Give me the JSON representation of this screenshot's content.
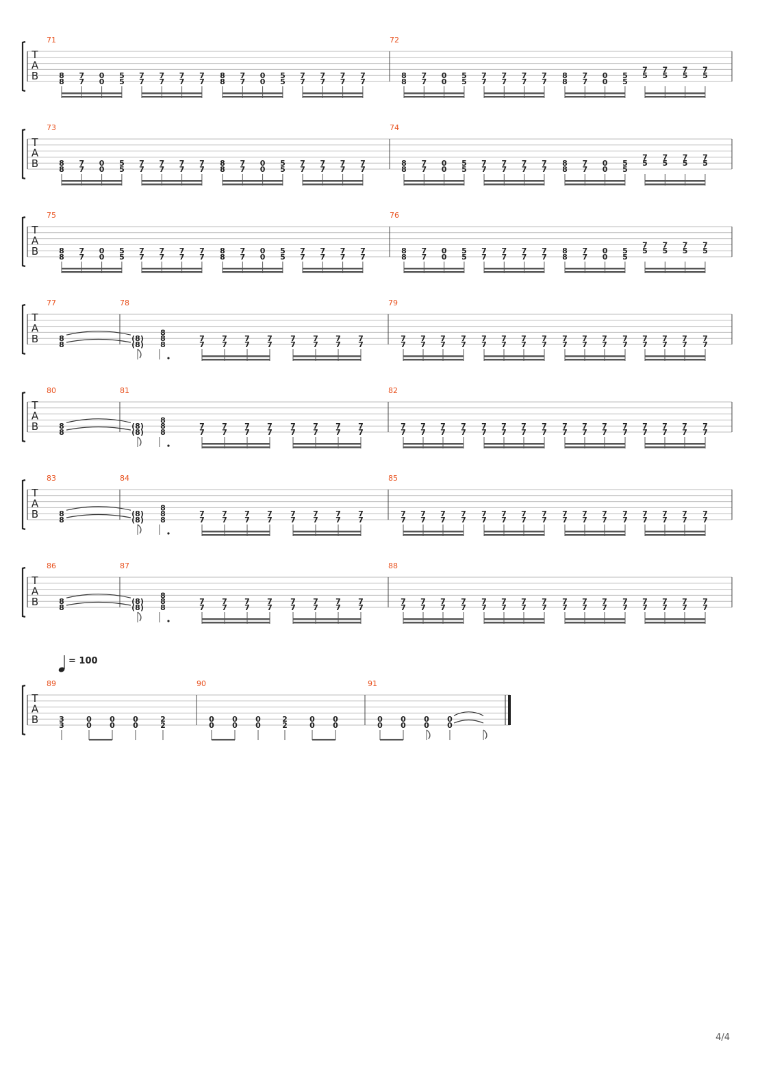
{
  "page": {
    "page_number": "4/4",
    "tempo_value": "= 100",
    "tab_clef": [
      "T",
      "A",
      "B"
    ]
  },
  "colors": {
    "measure_number": "#e8501d",
    "staff_line": "#bbbbbb",
    "notation": "#222222",
    "beam": "#555555"
  },
  "pattern_notes": {
    "A_first_half": [
      [
        8,
        8
      ],
      [
        7,
        7
      ],
      [
        0,
        0
      ],
      [
        5,
        5
      ],
      [
        7,
        7
      ],
      [
        7,
        7
      ],
      [
        7,
        7
      ],
      [
        7,
        7
      ],
      [
        8,
        8
      ],
      [
        7,
        7
      ],
      [
        0,
        0
      ],
      [
        5,
        5
      ],
      [
        7,
        7
      ],
      [
        7,
        7
      ],
      [
        7,
        7
      ],
      [
        7,
        7
      ]
    ],
    "A_second_half": [
      [
        8,
        8
      ],
      [
        7,
        7
      ],
      [
        0,
        0
      ],
      [
        5,
        5
      ],
      [
        7,
        7
      ],
      [
        7,
        7
      ],
      [
        7,
        7
      ],
      [
        7,
        7
      ],
      [
        8,
        8
      ],
      [
        7,
        7
      ],
      [
        0,
        0
      ],
      [
        5,
        5
      ],
      [
        7,
        5
      ],
      [
        7,
        5
      ],
      [
        7,
        5
      ],
      [
        7,
        5
      ]
    ],
    "B_tied_chord": [
      8,
      8
    ],
    "B_tie_target": [
      "(8)",
      "(8)"
    ],
    "B_dotted_chord": [
      8,
      8,
      8
    ],
    "B_sixteenths": 7
  },
  "systems": [
    {
      "type": "A",
      "measures": [
        "71",
        "72"
      ]
    },
    {
      "type": "A",
      "measures": [
        "73",
        "74"
      ]
    },
    {
      "type": "A",
      "measures": [
        "75",
        "76"
      ]
    },
    {
      "type": "B",
      "measures": [
        "77",
        "78",
        "79"
      ]
    },
    {
      "type": "B",
      "measures": [
        "80",
        "81",
        "82"
      ]
    },
    {
      "type": "B",
      "measures": [
        "83",
        "84",
        "85"
      ]
    },
    {
      "type": "B",
      "measures": [
        "86",
        "87",
        "88"
      ]
    },
    {
      "type": "C",
      "measures": [
        "89",
        "90",
        "91"
      ],
      "notes": {
        "89": [
          [
            3,
            3
          ],
          [
            0,
            0
          ],
          [
            0,
            0
          ],
          [
            0,
            0
          ],
          [
            2,
            2
          ]
        ],
        "90": [
          [
            0,
            0
          ],
          [
            0,
            0
          ],
          [
            0,
            0
          ],
          [
            2,
            2
          ],
          [
            0,
            0
          ],
          [
            0,
            0
          ]
        ],
        "91": [
          [
            0,
            0
          ],
          [
            0,
            0
          ],
          [
            0,
            0
          ],
          [
            0,
            0
          ]
        ]
      }
    }
  ]
}
